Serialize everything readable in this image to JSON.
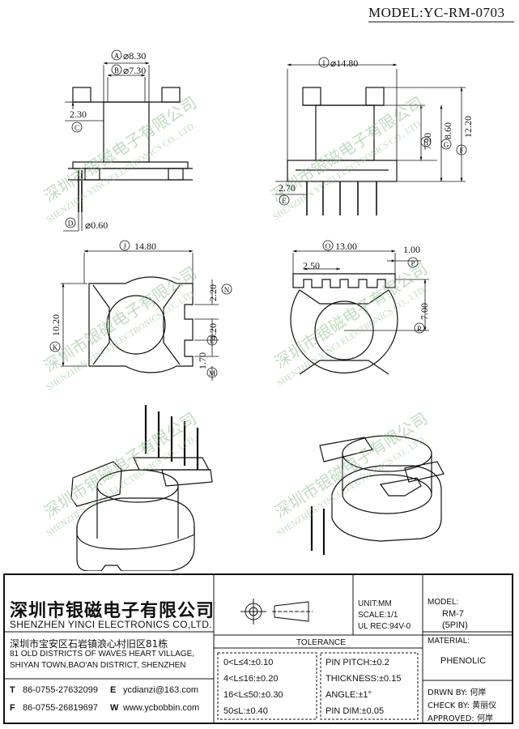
{
  "header": {
    "model_line": "MODEL:YC-RM-0703"
  },
  "watermark": {
    "cn": "深圳市银磁电子有限公司",
    "en": "SHENZHEN YINCI ELECTRONICS CO., LTD."
  },
  "dims": {
    "A": "A",
    "A_val": "⌀8.30",
    "B": "B",
    "B_val": "⌀7.30",
    "C": "C",
    "C_val": "2.30",
    "D": "D",
    "D_val": "⌀0.60",
    "I": "I",
    "I_val": "⌀14.80",
    "H": "H",
    "H_val": "7.20",
    "G": "G",
    "G_val": "8.60",
    "F": "F",
    "F_val": "12.20",
    "E": "E",
    "E_val": "2.70",
    "J": "J",
    "J_val": "14.80",
    "K": "K",
    "K_val": "10.20",
    "N": "N",
    "N_val": "2.20",
    "L": "L",
    "L_val": "4.20",
    "M": "M",
    "M_val": "1.70",
    "O": "O",
    "O_val": "13.00",
    "P": "P",
    "P_val": "1.00",
    "Q_val": "2.50",
    "R": "R",
    "R_val": "7.00"
  },
  "titleblock": {
    "company_cn": "深圳市银磁电子有限公司",
    "company_en": "SHENZHEN YINCI ELECTRONICS CO,LTD.",
    "addr_cn": "深圳市宝安区石岩镇浪心村旧区81栋",
    "addr_en1": "81 OLD DISTRICTS OF WAVES HEART VILLAGE,",
    "addr_en2": "SHIYAN TOWN,BAO'AN DISTRICT, SHENZHEN",
    "tel_label": "T",
    "tel": "86-0755-27632099",
    "fax_label": "F",
    "fax": "86-0755-26819697",
    "email_label": "E",
    "email": "ycdianzi@163.com",
    "web_label": "W",
    "web": "www.ycbobbin.com",
    "unit": "UNIT:MM",
    "scale": "SCALE:1/1",
    "ul": "UL REC:94V-0",
    "model_label": "MODEL:",
    "model_name": "RM-7",
    "model_pin": "(5PIN)",
    "tolerance_label": "TOLERANCE",
    "tol1": "0<L≤4:±0.10",
    "tol2": "4<L≤16:±0.20",
    "tol3": "16<L≤50:±0.30",
    "tol4": "50≤L:±0.40",
    "pin1": "PIN PITCH:±0.2",
    "pin2": "THICKNESS:±0.15",
    "pin3": "ANGLE:±1°",
    "pin4": "PIN DIM:±0.05",
    "material_label": "MATERIAL:",
    "material": "PHENOLIC",
    "drwn": "DRWN BY: 何岸",
    "check": "CHECK BY: 黄丽仪",
    "approved": "APPROVED: 何岸"
  }
}
